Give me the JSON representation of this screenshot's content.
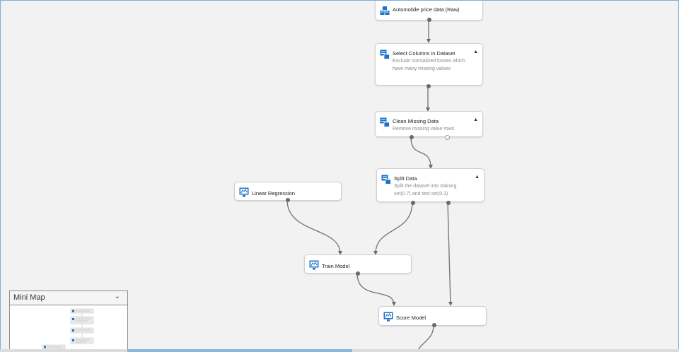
{
  "modules": {
    "automobile": {
      "title": "Automobile price data (Raw)"
    },
    "select_columns": {
      "title": "Select Columns in Dataset",
      "desc": "Exclude normalized losses which have many missing values"
    },
    "clean_missing": {
      "title": "Clean Missing Data",
      "desc": "Remove missing value rows"
    },
    "split_data": {
      "title": "Split Data",
      "desc": "Split the dataset into training set(0.7) and test set(0.3)"
    },
    "linear_regression": {
      "title": "Linear Regression"
    },
    "train_model": {
      "title": "Train Model"
    },
    "score_model": {
      "title": "Score Model"
    }
  },
  "minimap": {
    "title": "Mini Map",
    "toggle_icon": "chevron-down-icon"
  },
  "colors": {
    "icon_blue": "#1a73c9",
    "edge": "#7a7a7a",
    "canvas_border": "#7ab1df"
  }
}
